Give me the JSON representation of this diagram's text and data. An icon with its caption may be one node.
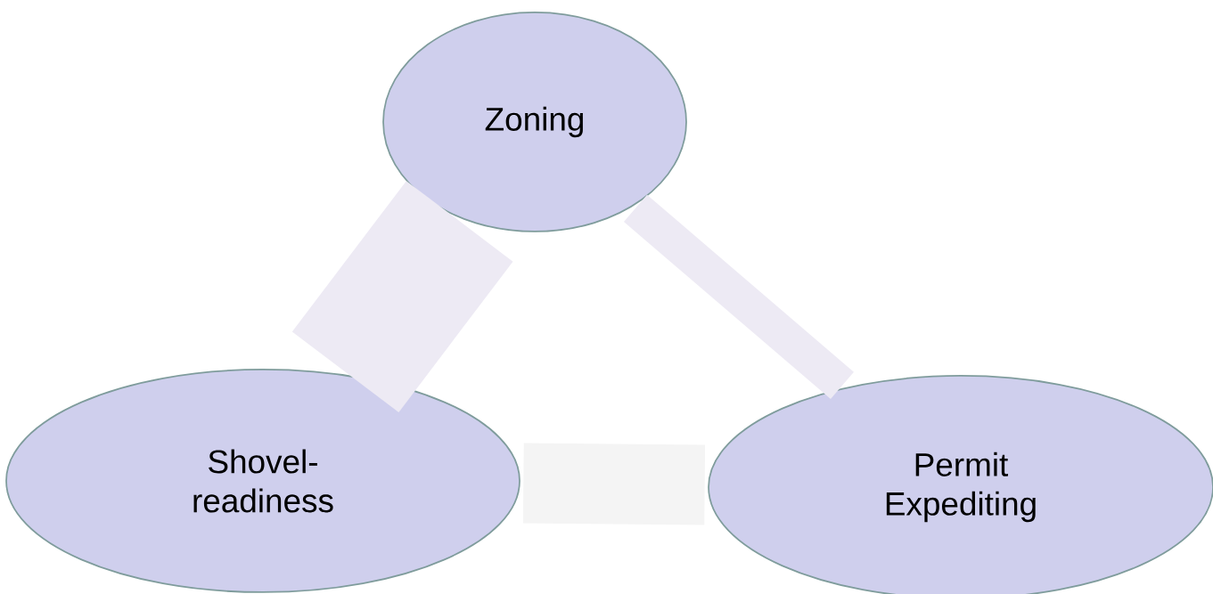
{
  "diagram": {
    "nodes": [
      {
        "text": [
          "Zoning"
        ]
      },
      {
        "text": [
          "Shovel- readiness"
        ]
      },
      {
        "text": [
          "Permit Expediting"
        ]
      }
    ],
    "edges": [
      {
        "from": 0,
        "to": 1,
        "arrow": "none"
      },
      {
        "from": 0,
        "to": 2,
        "arrow": "none"
      },
      {
        "from": 1,
        "to": 2,
        "arrow": "none",
        "color": "#f4f4f4"
      }
    ]
  }
}
